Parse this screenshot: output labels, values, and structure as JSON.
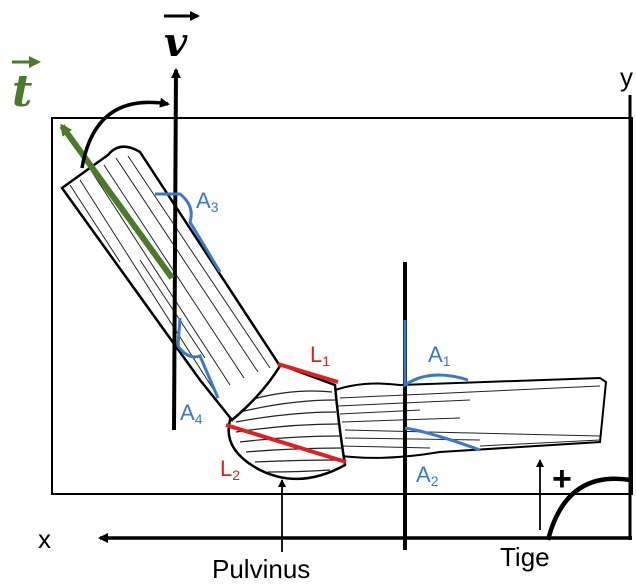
{
  "vectors": {
    "v": {
      "label": "v",
      "color": "#000000"
    },
    "t": {
      "label": "t",
      "color": "#4a7a2a"
    }
  },
  "axes": {
    "x_label": "x",
    "y_label": "y"
  },
  "angles": [
    {
      "base": "A",
      "sub": "1",
      "color": "#3a78c9"
    },
    {
      "base": "A",
      "sub": "2",
      "color": "#3a78c9"
    },
    {
      "base": "A",
      "sub": "3",
      "color": "#3a78c9"
    },
    {
      "base": "A",
      "sub": "4",
      "color": "#3a78c9"
    }
  ],
  "lengths": [
    {
      "base": "L",
      "sub": "1",
      "color": "#e02020"
    },
    {
      "base": "L",
      "sub": "2",
      "color": "#e02020"
    }
  ],
  "callouts": {
    "pulvinus": "Pulvinus",
    "stem": "Tige"
  },
  "rotation_sign": "+"
}
